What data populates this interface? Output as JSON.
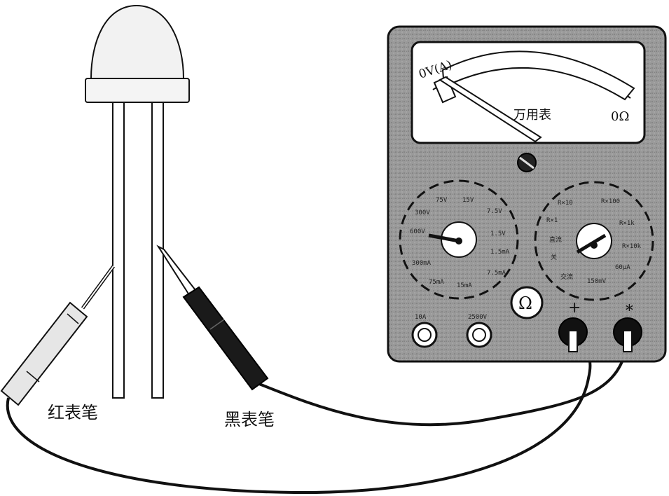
{
  "labels": {
    "red_probe": "红表笔",
    "black_probe": "黑表笔"
  },
  "meter": {
    "name": "万用表",
    "scale_left": "0V(A)",
    "scale_right": "0Ω",
    "ohm_symbol": "Ω",
    "jack_plus": "+",
    "jack_common": "∗",
    "jack_10a": "10A",
    "jack_2500v": "2500V",
    "left_dial": {
      "marks": [
        "75V",
        "15V",
        "300V",
        "7.5V",
        "600V",
        "1.5V",
        "1.5mA",
        "300mA",
        "7.5mA",
        "75mA",
        "15mA"
      ]
    },
    "right_dial": {
      "marks": [
        "R×10",
        "R×100",
        "R×1",
        "R×1k",
        "直流",
        "R×10k",
        "关",
        "60μA",
        "交流",
        "150mV"
      ]
    }
  },
  "colors": {
    "line": "#111111",
    "meter_body": "#8e8e8e",
    "meter_dark": "#2a2a2a",
    "face": "#ffffff"
  }
}
